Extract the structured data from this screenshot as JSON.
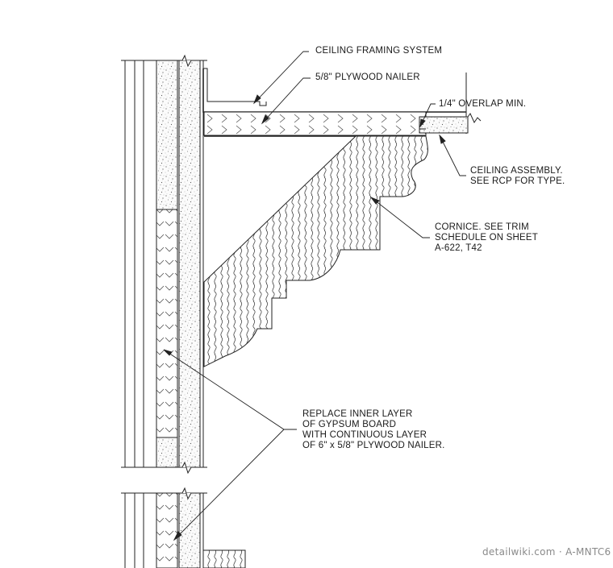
{
  "callouts": {
    "ceiling_framing": "CEILING FRAMING SYSTEM",
    "plywood_nailer": "5/8\" PLYWOOD NAILER",
    "overlap": "1/4\" OVERLAP MIN.",
    "ceiling_assembly": [
      "CEILING ASSEMBLY.",
      "SEE RCP FOR TYPE."
    ],
    "cornice": [
      "CORNICE. SEE TRIM",
      "SCHEDULE ON SHEET",
      "A-622, T42"
    ],
    "replace_layer": [
      "REPLACE INNER LAYER",
      "OF GYPSUM BOARD",
      "WITH CONTINUOUS LAYER",
      "OF 6\" x 5/8\" PLYWOOD NAILER."
    ]
  },
  "watermark": "detailwiki.com · A-MNTC6"
}
